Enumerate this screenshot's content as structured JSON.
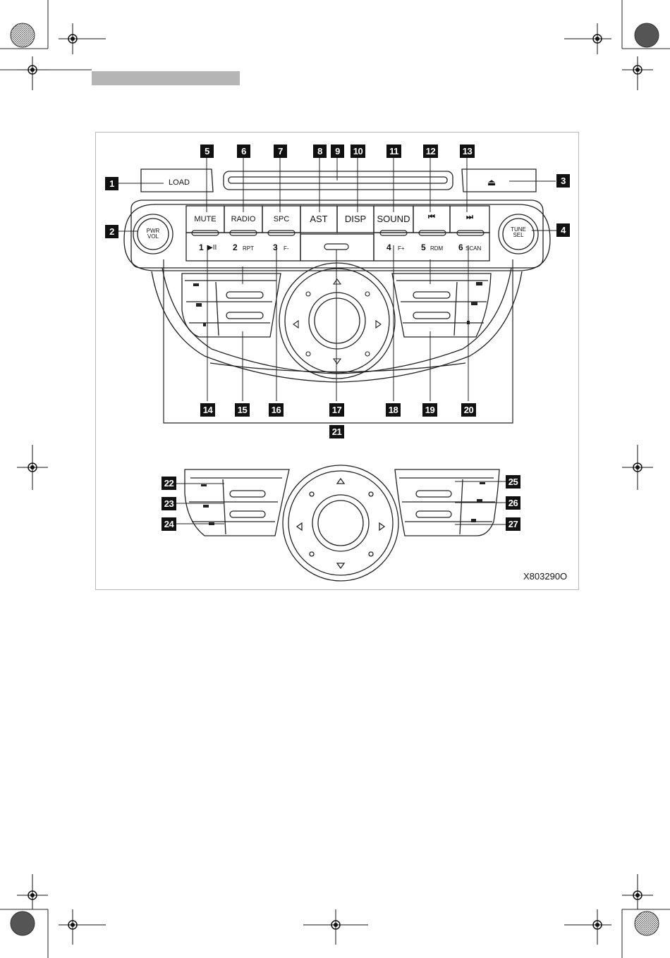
{
  "header": {
    "bar_color": "#b5b5b5"
  },
  "figure": {
    "reference_code": "X803290O",
    "buttons": {
      "load": "LOAD",
      "mute": "MUTE",
      "radio": "RADIO",
      "spc": "SPC",
      "ast": "AST",
      "disp": "DISP",
      "sound": "SOUND",
      "prev_track": "⏮",
      "next_track": "⏭",
      "pwr": "PWR",
      "vol": "VOL",
      "tune": "TUNE",
      "sel": "SEL",
      "preset1_num": "1",
      "preset1_sub": "▶II",
      "preset2_num": "2",
      "preset2_sub": "RPT",
      "preset3_num": "3",
      "preset3_sub": "F-",
      "preset4_num": "4",
      "preset4_sub": "F+",
      "preset5_num": "5",
      "preset5_sub": "RDM",
      "preset6_num": "6",
      "preset6_sub": "SCAN",
      "eject_icon": "⏏"
    },
    "callouts": [
      "1",
      "2",
      "3",
      "4",
      "5",
      "6",
      "7",
      "8",
      "9",
      "10",
      "11",
      "12",
      "13",
      "14",
      "15",
      "16",
      "17",
      "18",
      "19",
      "20",
      "21",
      "22",
      "23",
      "24",
      "25",
      "26",
      "27"
    ]
  }
}
